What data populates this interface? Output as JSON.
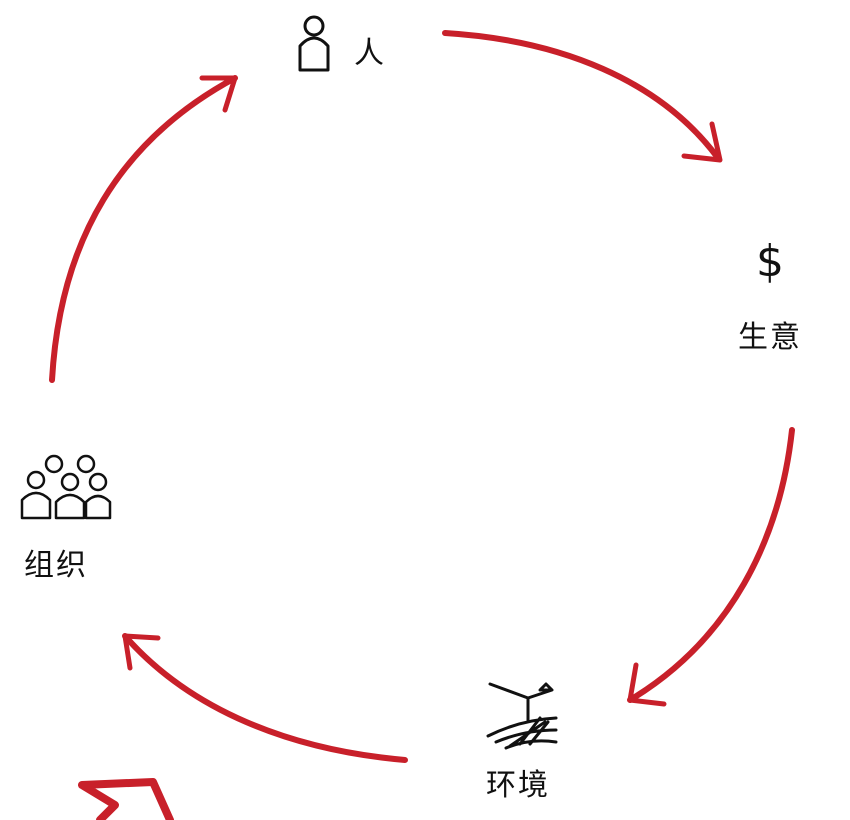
{
  "nodes": {
    "person": {
      "label": "人",
      "icon": "person-icon"
    },
    "business": {
      "label": "生意",
      "icon": "dollar-icon",
      "symbol": "$"
    },
    "environment": {
      "label": "环境",
      "icon": "landscape-icon"
    },
    "organization": {
      "label": "组织",
      "icon": "group-icon"
    }
  },
  "colors": {
    "arrow": "#c8202a",
    "ink": "#111111",
    "background": "#ffffff"
  }
}
